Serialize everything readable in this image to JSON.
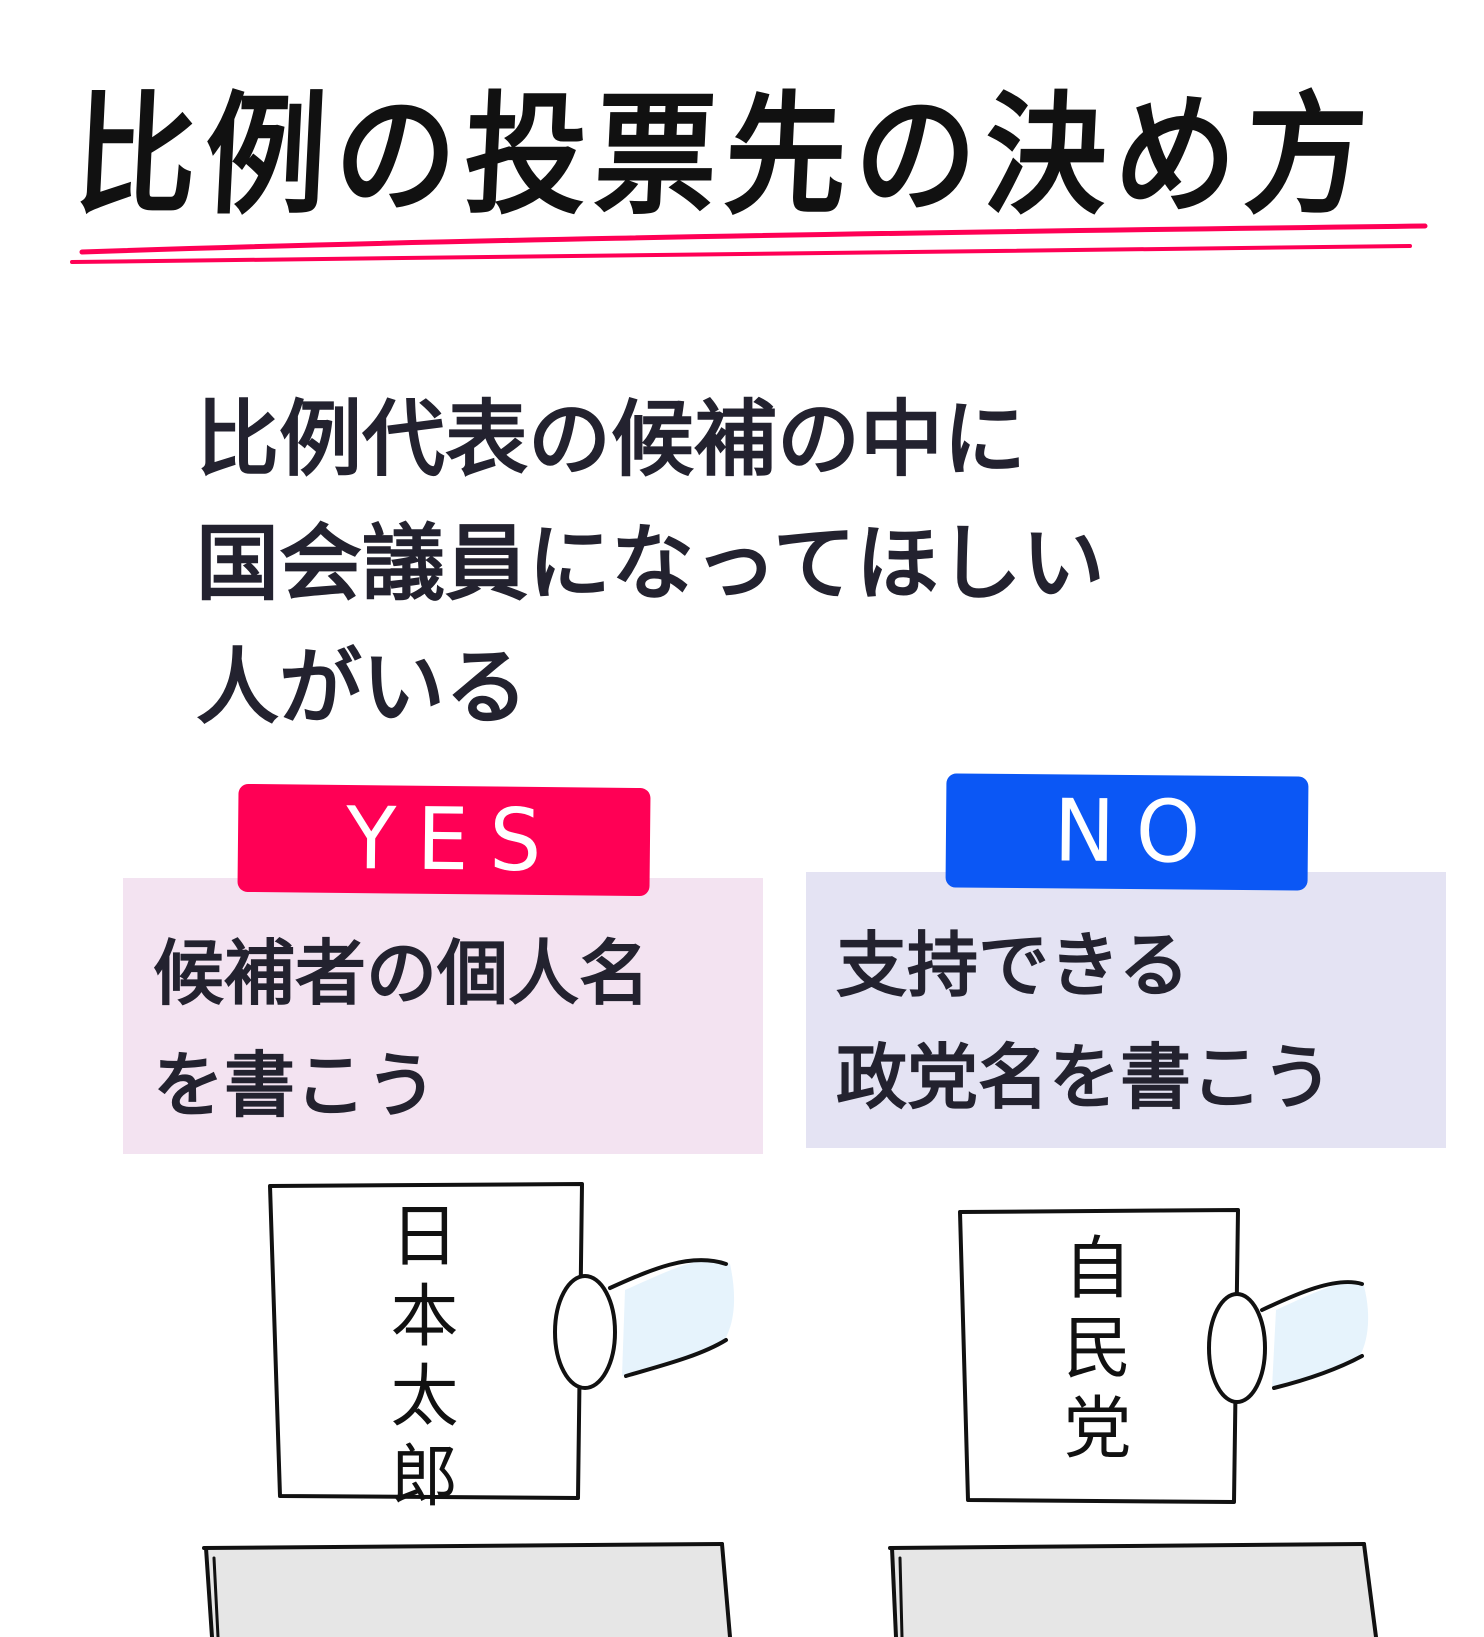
{
  "title": "比例の投票先の決め方",
  "question": {
    "line1": "比例代表の候補の中に",
    "line2": "国会議員になってほしい",
    "line3": "人がいる"
  },
  "yes": {
    "badge": "YES",
    "line1": "候補者の個人名",
    "line2": "を書こう",
    "ballot": "日本太郎"
  },
  "no": {
    "badge": "NO",
    "line1": "支持できる",
    "line2": "政党名を書こう",
    "ballot": "自民党"
  },
  "colors": {
    "yes_badge": "#ff0055",
    "no_badge": "#0b57f5",
    "yes_panel": "#f3e3f1",
    "no_panel": "#e4e3f3",
    "underline": "#ff0055",
    "sleeve": "#e6f3fc",
    "ballot_box": "#e6e6e6"
  },
  "icons": [
    "hand-holding-ballot-icon",
    "ballot-box-icon"
  ]
}
